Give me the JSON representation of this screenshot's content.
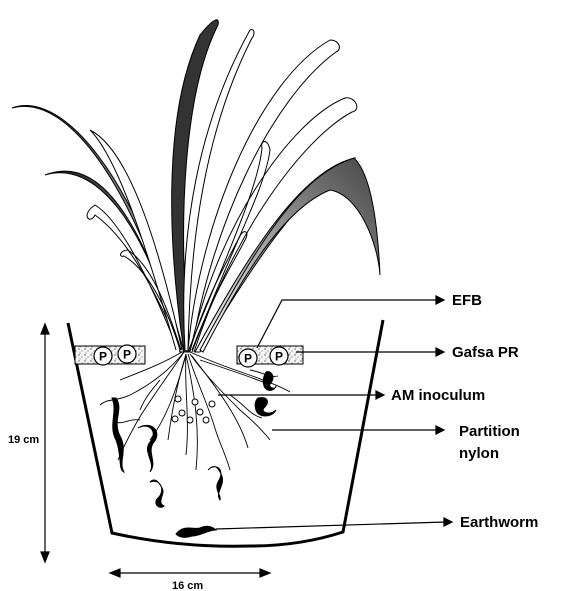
{
  "labels": {
    "efb": "EFB",
    "gafsa_pr": "Gafsa PR",
    "am_inoculum": "AM inoculum",
    "partition_line1": "Partition",
    "partition_line2": "nylon",
    "earthworm": "Earthworm"
  },
  "dimensions": {
    "height": "19 cm",
    "width": "16 cm"
  },
  "pr_marker": "P",
  "colors": {
    "ink": "#000000",
    "leaf_dark": "#2b2b2b",
    "leaf_mid": "#8a8a8a",
    "leaf_light": "#e6e6e6"
  }
}
